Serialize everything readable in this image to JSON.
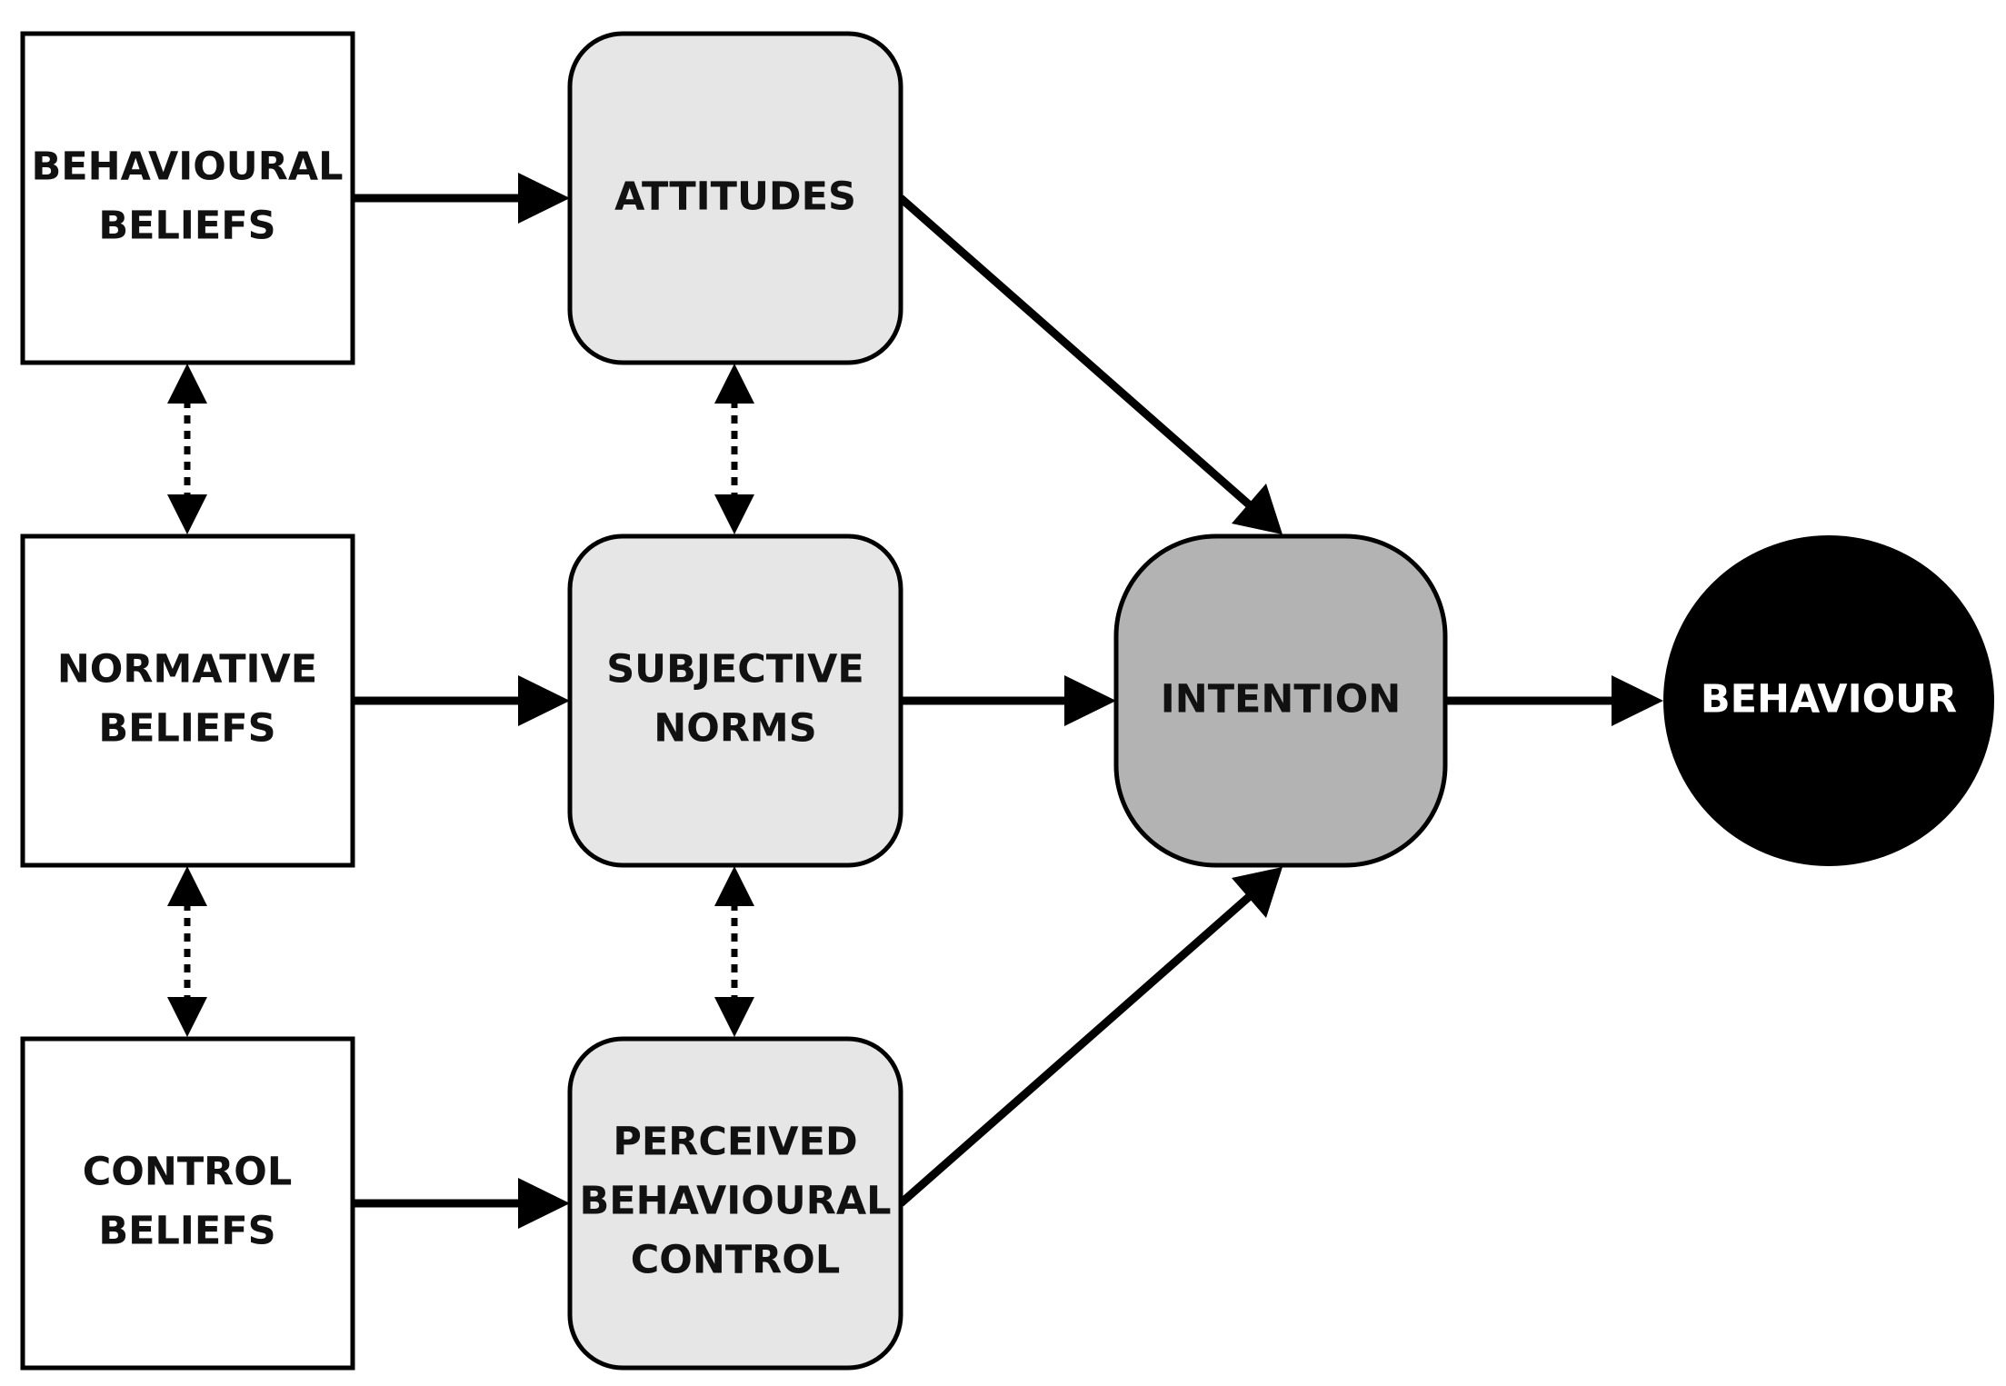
{
  "nodes": {
    "behavioural_beliefs": {
      "lines": [
        "BEHAVIOURAL",
        "BELIEFS"
      ]
    },
    "normative_beliefs": {
      "lines": [
        "NORMATIVE",
        "BELIEFS"
      ]
    },
    "control_beliefs": {
      "lines": [
        "CONTROL",
        "BELIEFS"
      ]
    },
    "attitudes": {
      "lines": [
        "ATTITUDES"
      ]
    },
    "subjective_norms": {
      "lines": [
        "SUBJECTIVE",
        "NORMS"
      ]
    },
    "perceived_behavioural_control": {
      "lines": [
        "PERCEIVED",
        "BEHAVIOURAL",
        "CONTROL"
      ]
    },
    "intention": {
      "lines": [
        "INTENTION"
      ]
    },
    "behaviour": {
      "lines": [
        "BEHAVIOUR"
      ]
    }
  },
  "edges": [
    {
      "from": "behavioural_beliefs",
      "to": "attitudes",
      "style": "solid"
    },
    {
      "from": "normative_beliefs",
      "to": "subjective_norms",
      "style": "solid"
    },
    {
      "from": "control_beliefs",
      "to": "perceived_behavioural_control",
      "style": "solid"
    },
    {
      "from": "attitudes",
      "to": "intention",
      "style": "solid"
    },
    {
      "from": "subjective_norms",
      "to": "intention",
      "style": "solid"
    },
    {
      "from": "perceived_behavioural_control",
      "to": "intention",
      "style": "solid"
    },
    {
      "from": "intention",
      "to": "behaviour",
      "style": "solid"
    },
    {
      "from": "behavioural_beliefs",
      "to": "normative_beliefs",
      "style": "dotted-bidirectional"
    },
    {
      "from": "normative_beliefs",
      "to": "control_beliefs",
      "style": "dotted-bidirectional"
    },
    {
      "from": "attitudes",
      "to": "subjective_norms",
      "style": "dotted-bidirectional"
    },
    {
      "from": "subjective_norms",
      "to": "perceived_behavioural_control",
      "style": "dotted-bidirectional"
    }
  ],
  "colors": {
    "belief_fill": "#ffffff",
    "construct_fill": "#e6e6e6",
    "intention_fill": "#b3b3b3",
    "behaviour_fill": "#000000",
    "stroke": "#000000"
  }
}
